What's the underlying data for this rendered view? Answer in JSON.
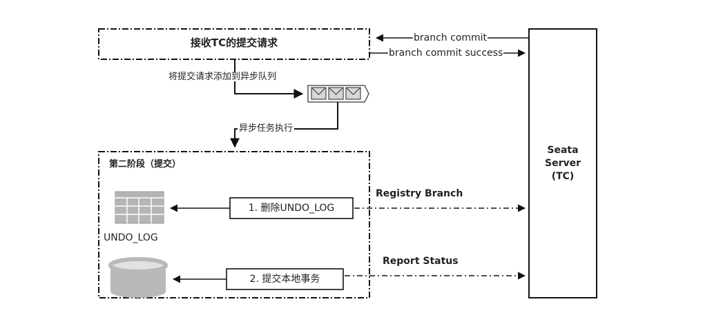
{
  "receive_box": {
    "title": "接收TC的提交请求"
  },
  "queue_step": {
    "label": "将提交请求添加到异步队列"
  },
  "async_step": {
    "label": "异步任务执行"
  },
  "phase_box": {
    "title": "第二阶段（提交）"
  },
  "steps": [
    {
      "label": "1. 删除UNDO_LOG"
    },
    {
      "label": "2. 提交本地事务"
    }
  ],
  "undo_table": {
    "caption": "UNDO_LOG"
  },
  "server": {
    "line1": "Seata",
    "line2": "Server",
    "line3": "(TC)"
  },
  "messages": {
    "branch_commit": "branch commit",
    "branch_commit_success": "branch commit success",
    "registry_branch": "Registry Branch",
    "report_status": "Report Status"
  },
  "colors": {
    "line": "#111111",
    "table_fill": "#b5b5b5",
    "db_fill": "#b9b9b9",
    "db_top": "#e2e2e2",
    "envelope_fill": "#d6d6d6"
  }
}
